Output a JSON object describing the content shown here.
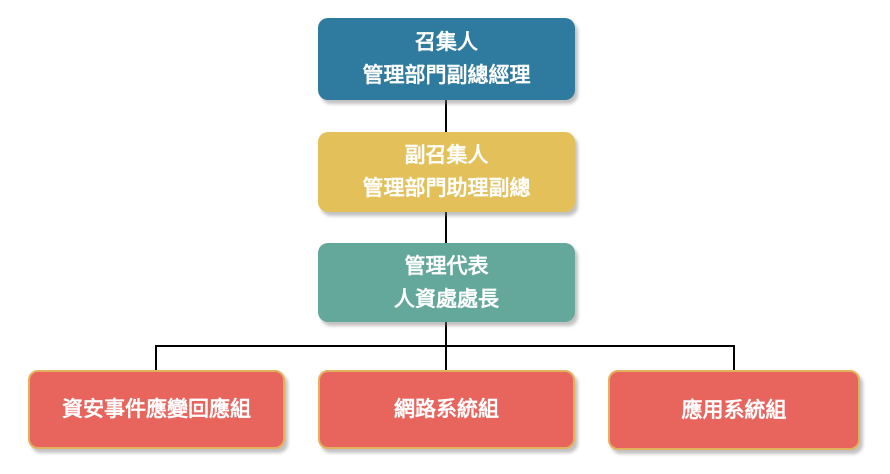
{
  "org_chart": {
    "chain": [
      {
        "role": "召集人",
        "person": "管理部門副總經理"
      },
      {
        "role": "副召集人",
        "person": "管理部門助理副總"
      },
      {
        "role": "管理代表",
        "person": "人資處處長"
      }
    ],
    "teams": [
      {
        "name": "資安事件應變回應組"
      },
      {
        "name": "網路系統組"
      },
      {
        "name": "應用系統組"
      }
    ],
    "colors": {
      "convener_fill": "#2F7BA0",
      "deputy_fill": "#E4C05A",
      "representative_fill": "#63A89B",
      "team_fill": "#E8655E",
      "team_border": "#E3B15C",
      "text": "#FFFFFF",
      "connector": "#000000"
    }
  }
}
